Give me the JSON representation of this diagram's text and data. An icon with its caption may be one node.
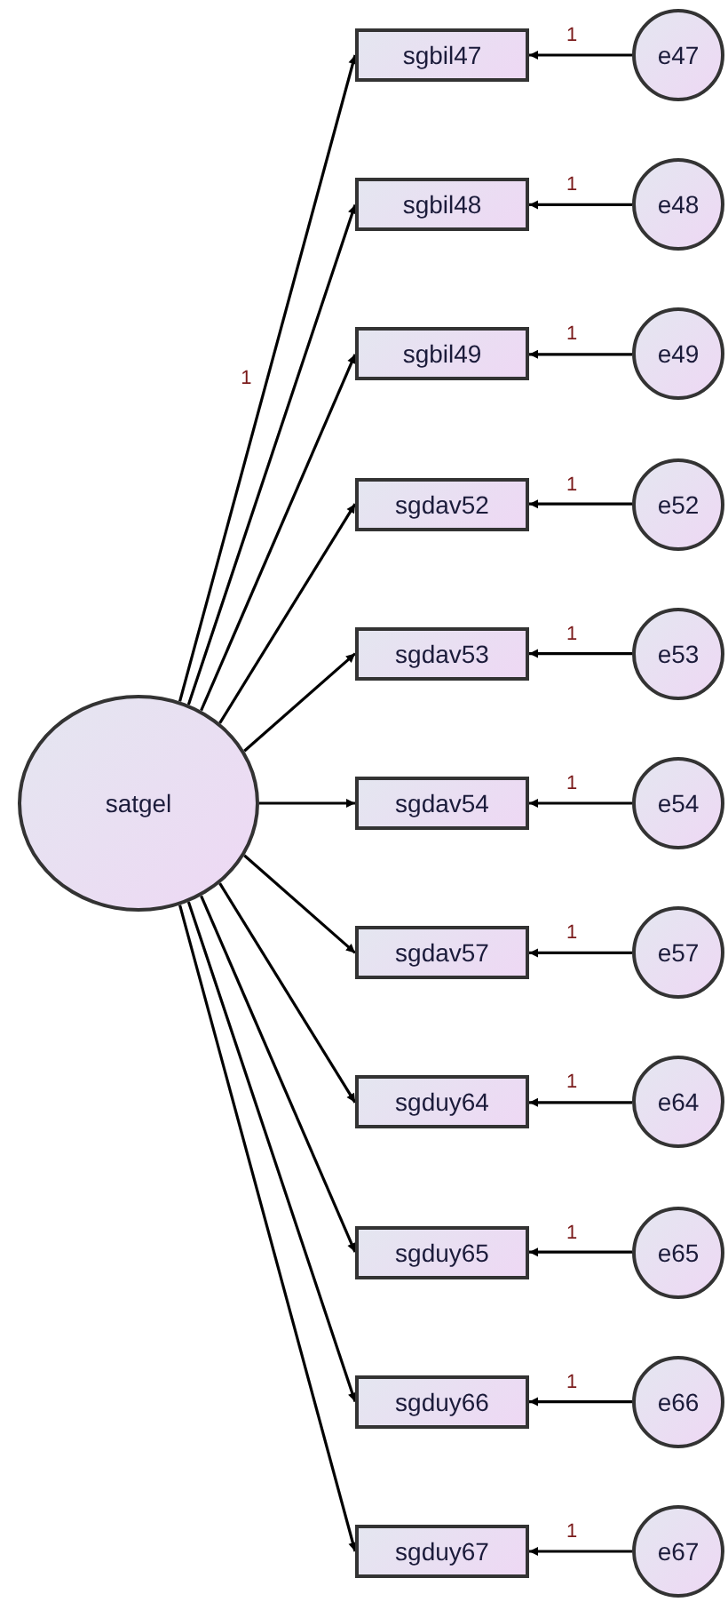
{
  "diagram": {
    "nodes": [
      {
        "text": [
          "satgel"
        ]
      },
      {
        "text": [
          "sgbil47"
        ]
      },
      {
        "text": [
          "e47"
        ]
      },
      {
        "text": [
          "sgbil48"
        ]
      },
      {
        "text": [
          "e48"
        ]
      },
      {
        "text": [
          "sgbil49"
        ]
      },
      {
        "text": [
          "e49"
        ]
      },
      {
        "text": [
          "sgdav52"
        ]
      },
      {
        "text": [
          "e52"
        ]
      },
      {
        "text": [
          "sgdav53"
        ]
      },
      {
        "text": [
          "e53"
        ]
      },
      {
        "text": [
          "sgdav54"
        ]
      },
      {
        "text": [
          "e54"
        ]
      },
      {
        "text": [
          "sgdav57"
        ]
      },
      {
        "text": [
          "e57"
        ]
      },
      {
        "text": [
          "sgduy64"
        ]
      },
      {
        "text": [
          "e64"
        ]
      },
      {
        "text": [
          "sgduy65"
        ]
      },
      {
        "text": [
          "e65"
        ]
      },
      {
        "text": [
          "sgduy66"
        ]
      },
      {
        "text": [
          "e66"
        ]
      },
      {
        "text": [
          "sgduy67"
        ]
      },
      {
        "text": [
          "e67"
        ]
      }
    ],
    "edges": [
      {
        "from": 0,
        "to": 1,
        "arrow": "to",
        "label": "1"
      },
      {
        "from": 2,
        "to": 1,
        "arrow": "to",
        "label": "1"
      },
      {
        "from": 0,
        "to": 3,
        "arrow": "to"
      },
      {
        "from": 4,
        "to": 3,
        "arrow": "to",
        "label": "1"
      },
      {
        "from": 0,
        "to": 5,
        "arrow": "to"
      },
      {
        "from": 6,
        "to": 5,
        "arrow": "to",
        "label": "1"
      },
      {
        "from": 0,
        "to": 7,
        "arrow": "to"
      },
      {
        "from": 8,
        "to": 7,
        "arrow": "to",
        "label": "1"
      },
      {
        "from": 0,
        "to": 9,
        "arrow": "to"
      },
      {
        "from": 10,
        "to": 9,
        "arrow": "to",
        "label": "1"
      },
      {
        "from": 0,
        "to": 11,
        "arrow": "to"
      },
      {
        "from": 12,
        "to": 11,
        "arrow": "to",
        "label": "1"
      },
      {
        "from": 0,
        "to": 13,
        "arrow": "to"
      },
      {
        "from": 14,
        "to": 13,
        "arrow": "to",
        "label": "1"
      },
      {
        "from": 0,
        "to": 15,
        "arrow": "to"
      },
      {
        "from": 16,
        "to": 15,
        "arrow": "to",
        "label": "1"
      },
      {
        "from": 0,
        "to": 17,
        "arrow": "to"
      },
      {
        "from": 18,
        "to": 17,
        "arrow": "to",
        "label": "1"
      },
      {
        "from": 0,
        "to": 19,
        "arrow": "to"
      },
      {
        "from": 20,
        "to": 19,
        "arrow": "to",
        "label": "1"
      },
      {
        "from": 0,
        "to": 21,
        "arrow": "to"
      },
      {
        "from": 22,
        "to": 21,
        "arrow": "to",
        "label": "1"
      }
    ]
  }
}
